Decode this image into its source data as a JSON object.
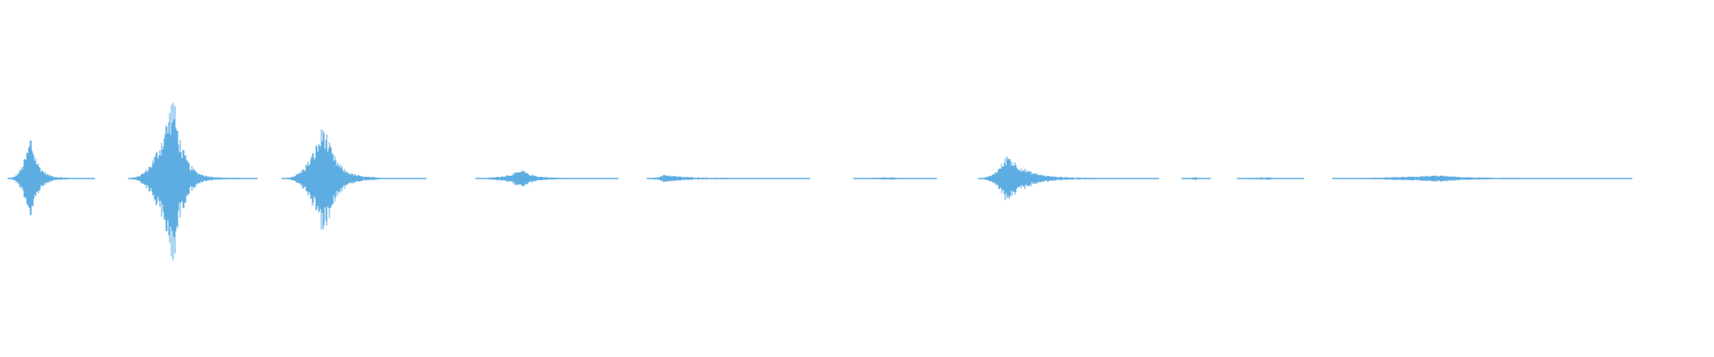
{
  "waveform": {
    "color": "#5DADE2",
    "background": "#FFFFFF",
    "duration_fraction_covered": 0.95,
    "segments": [
      {
        "name": "burst-1",
        "start": 0.005,
        "end": 0.055,
        "peak": 0.26,
        "peak_at": 0.018
      },
      {
        "name": "burst-2",
        "start": 0.075,
        "end": 0.15,
        "peak": 0.5,
        "peak_at": 0.101
      },
      {
        "name": "burst-3",
        "start": 0.165,
        "end": 0.248,
        "peak": 0.33,
        "peak_at": 0.189
      },
      {
        "name": "burst-4",
        "start": 0.278,
        "end": 0.36,
        "peak": 0.05,
        "peak_at": 0.305
      },
      {
        "name": "burst-5",
        "start": 0.378,
        "end": 0.472,
        "peak": 0.025,
        "peak_at": 0.388
      },
      {
        "name": "burst-6",
        "start": 0.498,
        "end": 0.546,
        "peak": 0.008,
        "peak_at": 0.52
      },
      {
        "name": "burst-7",
        "start": 0.571,
        "end": 0.676,
        "peak": 0.15,
        "peak_at": 0.588
      },
      {
        "name": "burst-8",
        "start": 0.69,
        "end": 0.706,
        "peak": 0.008,
        "peak_at": 0.698
      },
      {
        "name": "burst-9",
        "start": 0.722,
        "end": 0.76,
        "peak": 0.008,
        "peak_at": 0.74
      },
      {
        "name": "burst-10",
        "start": 0.778,
        "end": 0.952,
        "peak": 0.02,
        "peak_at": 0.84
      }
    ]
  }
}
